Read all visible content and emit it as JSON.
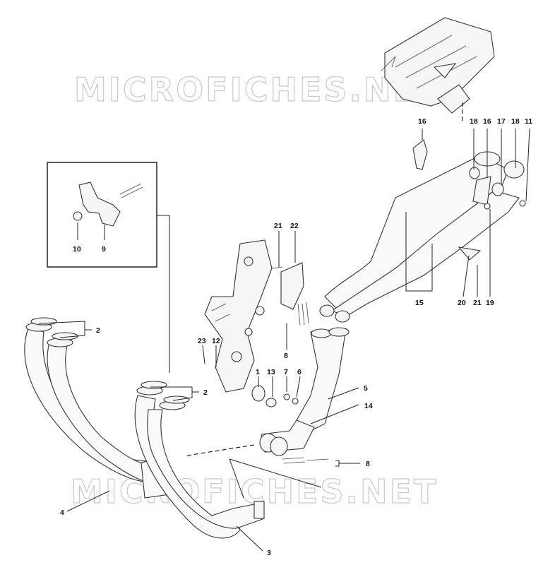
{
  "watermarks": [
    "MICROFICHES.NET",
    "MICROFICHES.NET"
  ],
  "callouts": {
    "c1": "1",
    "c2a": "2",
    "c2b": "2",
    "c3": "3",
    "c4": "4",
    "c5": "5",
    "c6": "6",
    "c7": "7",
    "c8a": "8",
    "c8b": "8",
    "c9": "9",
    "c10": "10",
    "c11": "11",
    "c12": "12",
    "c13": "13",
    "c14": "14",
    "c15": "15",
    "c16a": "16",
    "c16b": "16",
    "c17": "17",
    "c18a": "18",
    "c18b": "18",
    "c19": "19",
    "c20": "20",
    "c21a": "21",
    "c21b": "21",
    "c22": "22",
    "c23": "23"
  }
}
